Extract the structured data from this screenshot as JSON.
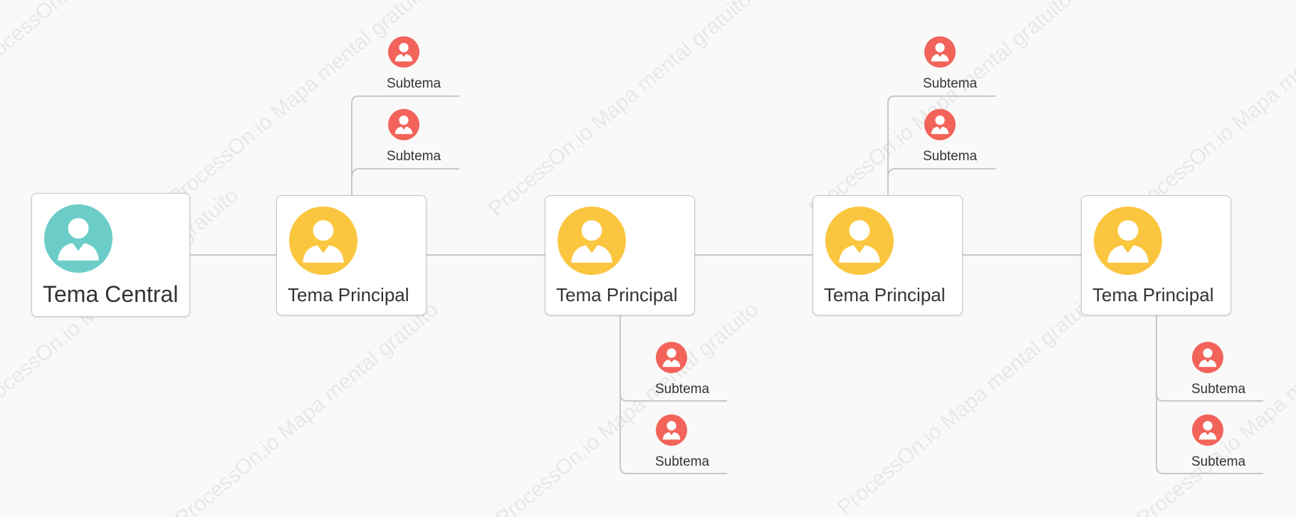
{
  "colors": {
    "central_avatar": "#6ccdc8",
    "main_avatar": "#fbc63f",
    "sub_avatar": "#f2635a",
    "connector": "#c8c8c8"
  },
  "icons": {
    "central": "person-icon",
    "main": "person-icon",
    "sub": "person-icon"
  },
  "watermark": "ProcessOn.io Mapa mental gratuito",
  "central": {
    "label": "Tema Central"
  },
  "main_topics": [
    {
      "label": "Tema Principal",
      "subtopics": [
        {
          "label": "Subtema"
        },
        {
          "label": "Subtema"
        }
      ]
    },
    {
      "label": "Tema Principal",
      "subtopics": [
        {
          "label": "Subtema"
        },
        {
          "label": "Subtema"
        }
      ]
    },
    {
      "label": "Tema Principal",
      "subtopics": [
        {
          "label": "Subtema"
        },
        {
          "label": "Subtema"
        }
      ]
    },
    {
      "label": "Tema Principal",
      "subtopics": [
        {
          "label": "Subtema"
        },
        {
          "label": "Subtema"
        }
      ]
    }
  ]
}
